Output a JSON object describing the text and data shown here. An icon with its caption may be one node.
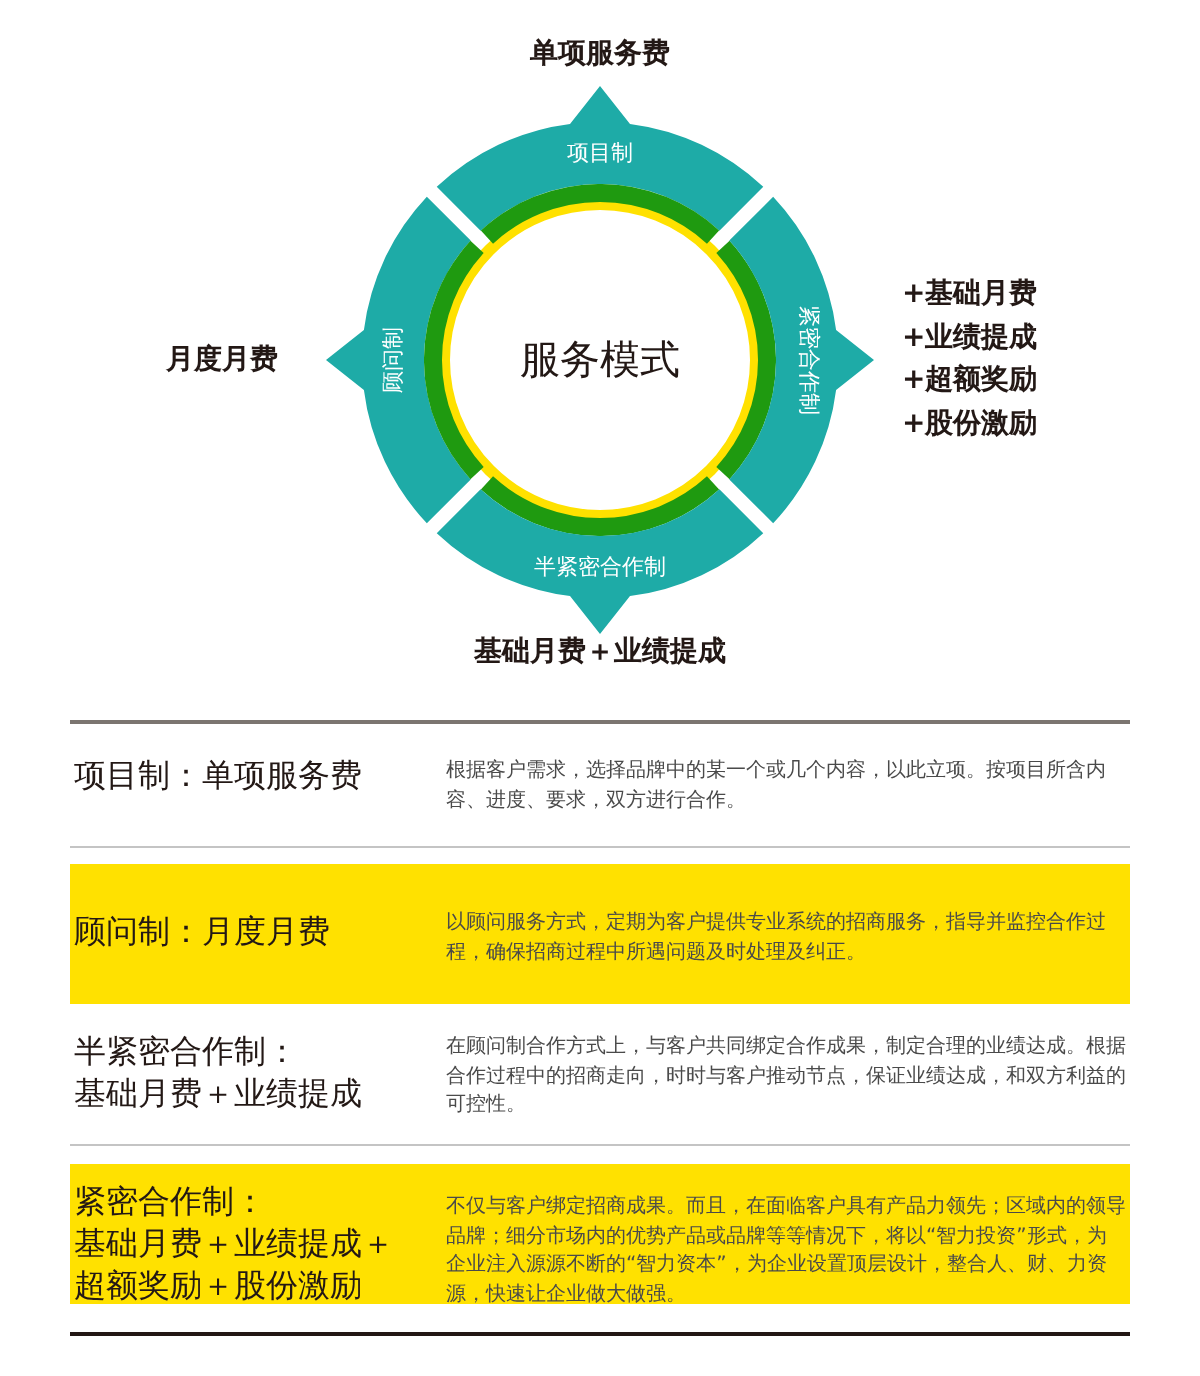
{
  "diagram": {
    "nodes": [
      {
        "text": [
          "项目制"
        ],
        "beside": [
          "单项服务费"
        ]
      },
      {
        "text": [
          "顾问制"
        ],
        "beside": [
          "月度月费"
        ]
      },
      {
        "text": [
          "服务模式"
        ]
      },
      {
        "text": [
          "紧密合作制"
        ],
        "beside": [
          "+基础月费",
          "+业绩提成",
          "+超额奖励",
          "+股份激励"
        ]
      },
      {
        "text": [
          "半紧密合作制"
        ],
        "beside": [
          "基础月费＋业绩提成"
        ]
      }
    ],
    "edges": [],
    "labels": [
      "项目制：单项服务费",
      "根据客户需求，选择品牌中的某一个或几个内容，以此立项。按项目所含内容、进度、要求，双方进行合作。",
      "顾问制：月度月费",
      "以顾问服务方式，定期为客户提供专业系统的招商服务，指导并监控合作过程，确保招商过程中所遇问题及时处理及纠正。",
      "半紧密合作制：基础月费＋业绩提成",
      "在顾问制合作方式上，与客户共同绑定合作成果，制定合理的业绩达成。根据合作过程中的招商走向，时时与客户推动节点，保证业绩达成，和双方利益的可控性。",
      "紧密合作制：基础月费＋业绩提成＋超额奖励＋股份激励",
      "不仅与客户绑定招商成果。而且，在面临客户具有产品力领先；区域内的领导品牌；细分市场内的优势产品或品牌等等情况下，将以“智力投资”形式，为企业注入源源不断的“智力资本”，为企业设置顶层设计，整合人、财、力资源，快速让企业做大做强。"
    ]
  }
}
